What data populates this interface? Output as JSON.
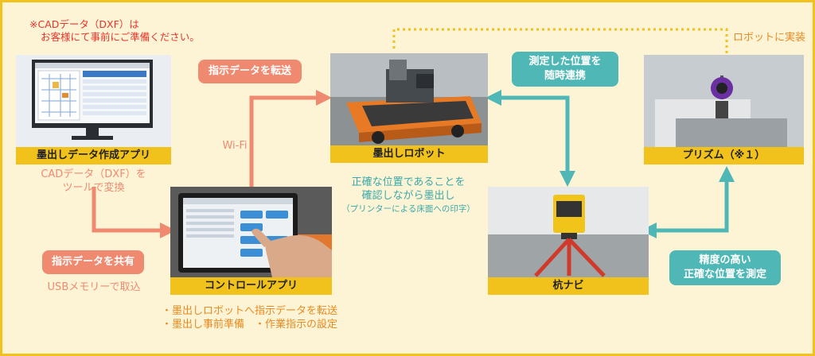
{
  "note": {
    "line1": "※CADデータ（DXF）は",
    "line2": "お客様にて事前にご準備ください。"
  },
  "nodes": {
    "app_creation": {
      "caption": "墨出しデータ作成アプリ",
      "desc_line1": "CADデータ（DXF）を",
      "desc_line2": "ツールで変換"
    },
    "control_app": {
      "caption": "コントロールアプリ",
      "bullet1": "・墨出しロボットへ指示データを転送",
      "bullet2": "・墨出し事前準備　・作業指示の設定"
    },
    "robot": {
      "caption": "墨出しロボット",
      "desc_line1": "正確な位置であることを",
      "desc_line2": "確認しながら墨出し",
      "desc_small": "（プリンターによる床面への印字）"
    },
    "prism": {
      "caption": "プリズム（※１）"
    },
    "kui_navi": {
      "caption": "杭ナビ"
    }
  },
  "labels": {
    "share_data": "指示データを共有",
    "usb": "USBメモリーで取込",
    "transfer_data": "指示データを転送",
    "wifi": "Wi-Fi",
    "measured_line1": "測定した位置を",
    "measured_line2": "随時連携",
    "precise_line1": "精度の高い",
    "precise_line2": "正確な位置を測定",
    "robot_mount": "ロボットに実装"
  },
  "colors": {
    "background": "#fdf4d6",
    "frame": "#f1c21b",
    "salmon": "#ef8a70",
    "teal": "#4fb8b6",
    "orange": "#e88a20",
    "note_red": "#e8322a"
  }
}
